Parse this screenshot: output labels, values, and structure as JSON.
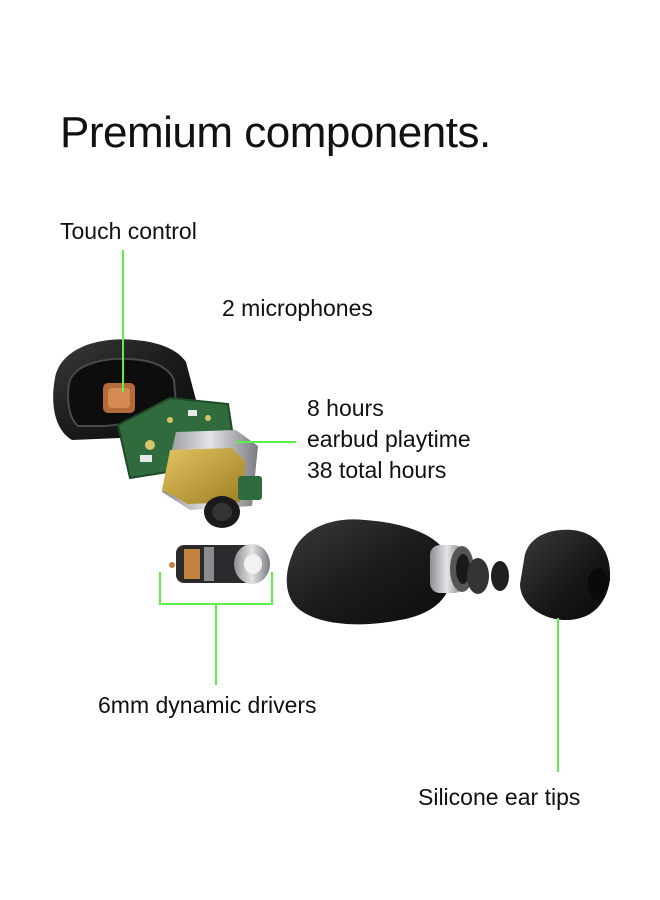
{
  "title": "Premium components.",
  "labels": {
    "touch_control": "Touch control",
    "microphones": "2 microphones",
    "battery_line1": "8 hours",
    "battery_line2": "earbud playtime",
    "battery_line3": "38 total hours",
    "drivers": "6mm dynamic drivers",
    "ear_tips": "Silicone ear tips"
  },
  "colors": {
    "callout_line": "#5ef04a",
    "shell": "#1c1c1e",
    "pcb": "#2f6b3c",
    "battery": "#c9a63a",
    "metal": "#b8babd"
  }
}
